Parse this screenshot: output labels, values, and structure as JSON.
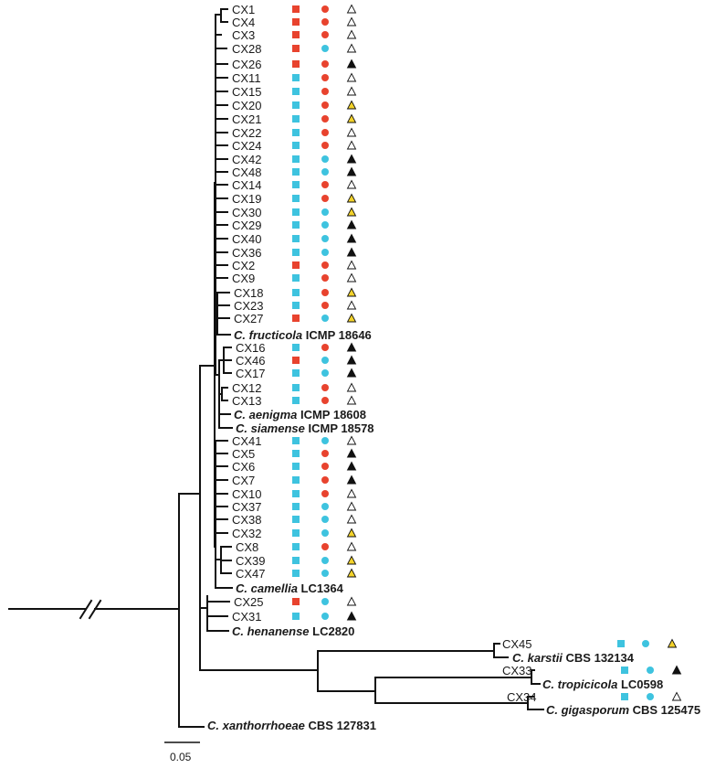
{
  "colors": {
    "square_red": "#e8432e",
    "square_cyan": "#3ec3df",
    "circle_red": "#e8432e",
    "circle_cyan": "#3ec3df",
    "triangle_black": "#111111",
    "triangle_yellow": "#f3d22a",
    "triangle_open": "#ffffff"
  },
  "isolates": [
    {
      "label": "CX1",
      "square": "red",
      "circle": "red",
      "triangle": "open"
    },
    {
      "label": "CX4",
      "square": "red",
      "circle": "red",
      "triangle": "open"
    },
    {
      "label": "CX3",
      "square": "red",
      "circle": "red",
      "triangle": "open"
    },
    {
      "label": "CX28",
      "square": "red",
      "circle": "cyan",
      "triangle": "open"
    },
    {
      "label": "CX26",
      "square": "red",
      "circle": "red",
      "triangle": "black"
    },
    {
      "label": "CX11",
      "square": "cyan",
      "circle": "red",
      "triangle": "open"
    },
    {
      "label": "CX15",
      "square": "cyan",
      "circle": "red",
      "triangle": "open"
    },
    {
      "label": "CX20",
      "square": "cyan",
      "circle": "red",
      "triangle": "yellow"
    },
    {
      "label": "CX21",
      "square": "cyan",
      "circle": "red",
      "triangle": "yellow"
    },
    {
      "label": "CX22",
      "square": "cyan",
      "circle": "red",
      "triangle": "open"
    },
    {
      "label": "CX24",
      "square": "cyan",
      "circle": "red",
      "triangle": "open"
    },
    {
      "label": "CX42",
      "square": "cyan",
      "circle": "cyan",
      "triangle": "black"
    },
    {
      "label": "CX48",
      "square": "cyan",
      "circle": "cyan",
      "triangle": "black"
    },
    {
      "label": "CX14",
      "square": "cyan",
      "circle": "red",
      "triangle": "open"
    },
    {
      "label": "CX19",
      "square": "cyan",
      "circle": "red",
      "triangle": "yellow"
    },
    {
      "label": "CX30",
      "square": "cyan",
      "circle": "cyan",
      "triangle": "yellow"
    },
    {
      "label": "CX29",
      "square": "cyan",
      "circle": "cyan",
      "triangle": "black"
    },
    {
      "label": "CX40",
      "square": "cyan",
      "circle": "cyan",
      "triangle": "black"
    },
    {
      "label": "CX36",
      "square": "cyan",
      "circle": "cyan",
      "triangle": "black"
    },
    {
      "label": "CX2",
      "square": "red",
      "circle": "red",
      "triangle": "open"
    },
    {
      "label": "CX9",
      "square": "cyan",
      "circle": "red",
      "triangle": "open"
    },
    {
      "label": "CX18",
      "square": "cyan",
      "circle": "red",
      "triangle": "yellow"
    },
    {
      "label": "CX23",
      "square": "cyan",
      "circle": "red",
      "triangle": "open"
    },
    {
      "label": "CX27",
      "square": "red",
      "circle": "cyan",
      "triangle": "yellow"
    },
    {
      "label": "CX16",
      "square": "cyan",
      "circle": "red",
      "triangle": "black"
    },
    {
      "label": "CX46",
      "square": "red",
      "circle": "cyan",
      "triangle": "black"
    },
    {
      "label": "CX17",
      "square": "cyan",
      "circle": "cyan",
      "triangle": "black"
    },
    {
      "label": "CX12",
      "square": "cyan",
      "circle": "red",
      "triangle": "open"
    },
    {
      "label": "CX13",
      "square": "cyan",
      "circle": "red",
      "triangle": "open"
    },
    {
      "label": "CX41",
      "square": "cyan",
      "circle": "cyan",
      "triangle": "open"
    },
    {
      "label": "CX5",
      "square": "cyan",
      "circle": "red",
      "triangle": "black"
    },
    {
      "label": "CX6",
      "square": "cyan",
      "circle": "red",
      "triangle": "black"
    },
    {
      "label": "CX7",
      "square": "cyan",
      "circle": "red",
      "triangle": "black"
    },
    {
      "label": "CX10",
      "square": "cyan",
      "circle": "red",
      "triangle": "open"
    },
    {
      "label": "CX37",
      "square": "cyan",
      "circle": "cyan",
      "triangle": "open"
    },
    {
      "label": "CX38",
      "square": "cyan",
      "circle": "cyan",
      "triangle": "open"
    },
    {
      "label": "CX32",
      "square": "cyan",
      "circle": "cyan",
      "triangle": "yellow"
    },
    {
      "label": "CX8",
      "square": "cyan",
      "circle": "red",
      "triangle": "open"
    },
    {
      "label": "CX39",
      "square": "cyan",
      "circle": "cyan",
      "triangle": "yellow"
    },
    {
      "label": "CX47",
      "square": "cyan",
      "circle": "cyan",
      "triangle": "yellow"
    },
    {
      "label": "CX25",
      "square": "red",
      "circle": "cyan",
      "triangle": "open"
    },
    {
      "label": "CX31",
      "square": "cyan",
      "circle": "cyan",
      "triangle": "black"
    },
    {
      "label": "CX45",
      "square": "cyan",
      "circle": "cyan",
      "triangle": "yellow"
    },
    {
      "label": "CX33",
      "square": "cyan",
      "circle": "cyan",
      "triangle": "black"
    },
    {
      "label": "CX34",
      "square": "cyan",
      "circle": "cyan",
      "triangle": "open"
    }
  ],
  "references": [
    {
      "key": "fructicola",
      "genus": "C. fructicola",
      "strain": "ICMP 18646"
    },
    {
      "key": "aenigma",
      "genus": "C. aenigma",
      "strain": "ICMP 18608"
    },
    {
      "key": "siamense",
      "genus": "C. siamense",
      "strain": "ICMP 18578"
    },
    {
      "key": "camellia",
      "genus": "C. camellia",
      "strain": "LC1364"
    },
    {
      "key": "henanense",
      "genus": "C. henanense",
      "strain": "LC2820"
    },
    {
      "key": "karstii",
      "genus": "C. karstii",
      "strain": "CBS 132134"
    },
    {
      "key": "tropicicola",
      "genus": "C. tropicicola",
      "strain": "LC0598"
    },
    {
      "key": "gigasporum",
      "genus": "C. gigasporum",
      "strain": "CBS 125475"
    },
    {
      "key": "xanthorrhoeae",
      "genus": "C. xanthorrhoeae",
      "strain": "CBS 127831"
    }
  ],
  "scale_bar": {
    "value": 0.05,
    "label": "0.05"
  }
}
